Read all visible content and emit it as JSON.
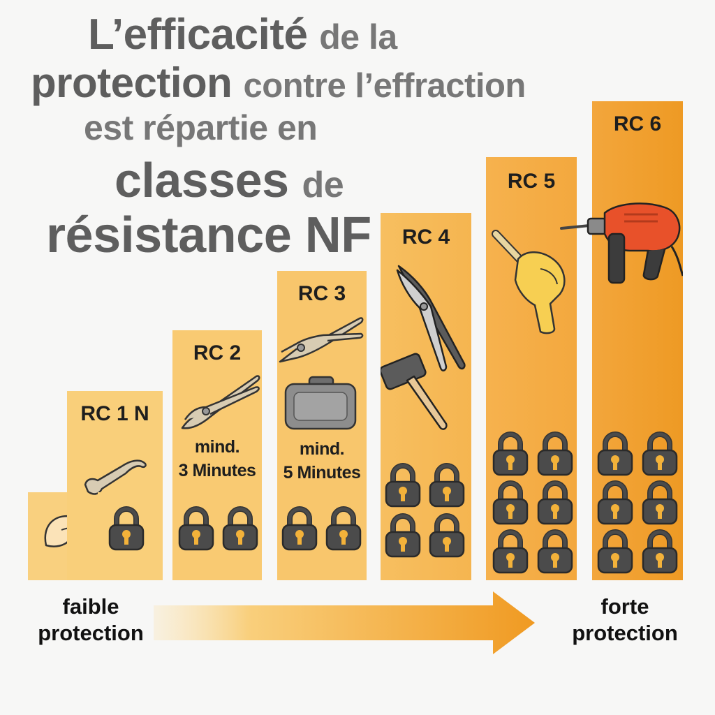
{
  "title": {
    "line1_big": "L’efficacité",
    "line1_small": "de la",
    "line2_big": "protection",
    "line2_small": "contre l’effraction",
    "line3": "est répartie en",
    "line4_big": "classes",
    "line4_small": "de",
    "line5": "résistance NF"
  },
  "classes": [
    {
      "label": "",
      "locks": 0,
      "tool": "hand-icon",
      "time": ""
    },
    {
      "label": "RC 1 N",
      "locks": 1,
      "tool": "crowbar-icon",
      "time": ""
    },
    {
      "label": "RC 2",
      "locks": 2,
      "tool": "pliers-icon",
      "time_line1": "mind.",
      "time_line2": "3 Minutes"
    },
    {
      "label": "RC 3",
      "locks": 2,
      "tool": "toolbox-icon",
      "time_line1": "mind.",
      "time_line2": "5 Minutes"
    },
    {
      "label": "RC 4",
      "locks": 4,
      "tool": "snips-and-hammer-icon"
    },
    {
      "label": "RC 5",
      "locks": 6,
      "tool": "cordless-drill-icon"
    },
    {
      "label": "RC 6",
      "locks": 6,
      "tool": "hammer-drill-icon"
    }
  ],
  "arrow": {
    "left_line1": "faible",
    "left_line2": "protection",
    "right_line1": "forte",
    "right_line2": "protection"
  },
  "colors": {
    "light": "#f9cf7c",
    "dark": "#ef9a22",
    "lock": "#4b4b4b",
    "keyhole": "#f3b23a"
  }
}
